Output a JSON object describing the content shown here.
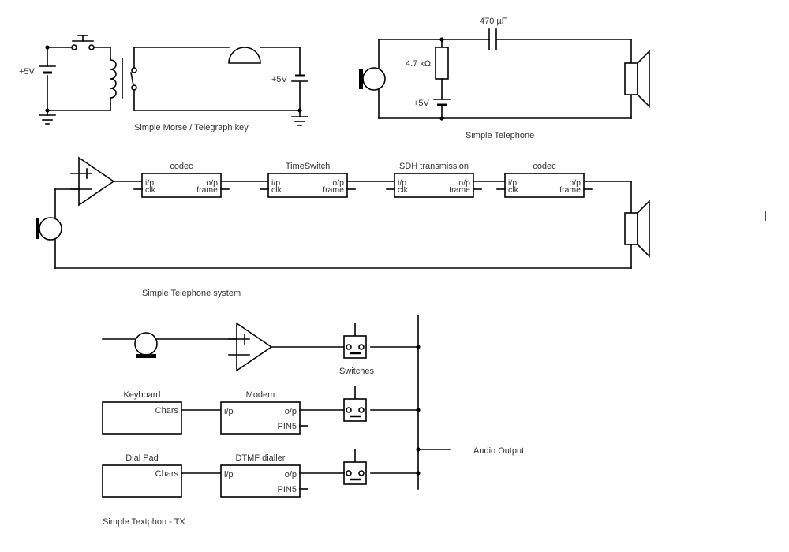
{
  "morse": {
    "caption": "Simple Morse / Telegraph key",
    "supply_left": "+5V",
    "supply_right": "+5V"
  },
  "telephone": {
    "caption": "Simple Telephone",
    "capacitor": "470 µF",
    "resistor": "4.7 kΩ",
    "supply": "+5V"
  },
  "system": {
    "caption": "Simple Telephone system",
    "blocks": [
      {
        "title": "codec",
        "in": "i/p",
        "out": "o/p",
        "clk": "clk",
        "frame": "frame"
      },
      {
        "title": "TimeSwitch",
        "in": "i/p",
        "out": "o/p",
        "clk": "clk",
        "frame": "frame"
      },
      {
        "title": "SDH transmission",
        "in": "i/p",
        "out": "o/p",
        "clk": "clk",
        "frame": "frame"
      },
      {
        "title": "codec",
        "in": "i/p",
        "out": "o/p",
        "clk": "clk",
        "frame": "frame"
      }
    ]
  },
  "textphone": {
    "caption": "Simple Textphon - TX",
    "switches_label": "Switches",
    "audio_output": "Audio Output",
    "keyboard": {
      "title": "Keyboard",
      "port": "Chars"
    },
    "modem": {
      "title": "Modem",
      "in": "i/p",
      "out": "o/p",
      "pin": "PIN5"
    },
    "dialpad": {
      "title": "Dial Pad",
      "port": "Chars"
    },
    "dtmf": {
      "title": "DTMF dialler",
      "in": "i/p",
      "out": "o/p",
      "pin": "PIN5"
    }
  }
}
